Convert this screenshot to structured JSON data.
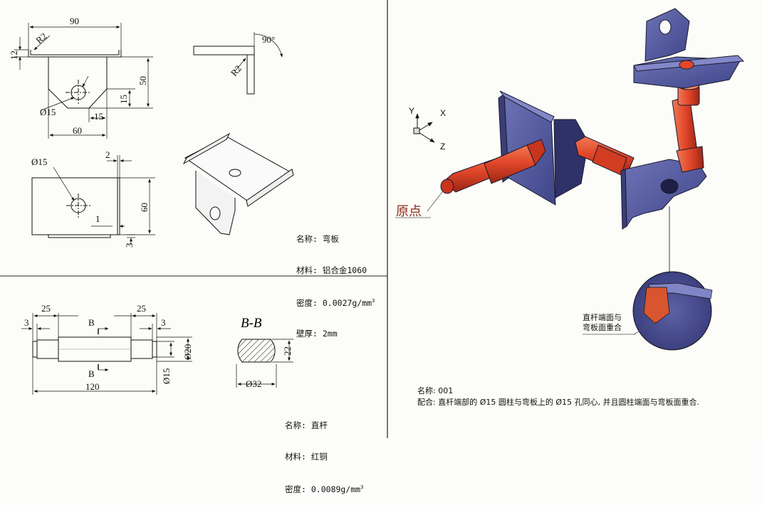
{
  "bent_plate_views": {
    "front": {
      "width": "90",
      "height_top": "12",
      "radius": "R2",
      "hole": "Ø15",
      "height": "50",
      "chamfer_v": "15",
      "chamfer_h": "15",
      "base": "60"
    },
    "side": {
      "angle": "90°",
      "radius": "R2"
    },
    "top": {
      "hole": "Ø15",
      "flange": "2",
      "depth": "60",
      "gap": "1",
      "lip": "3"
    }
  },
  "bent_plate_info": {
    "name_label": "名称:",
    "name_value": "弯板",
    "material_label": "材料:",
    "material_value": "铝合金1060",
    "density_label": "密度:",
    "density_value": "0.0027g/mm",
    "density_sup": "3",
    "thickness_label": "壁厚:",
    "thickness_value": "2mm"
  },
  "rod_views": {
    "left_len": "25",
    "right_len": "25",
    "left_step": "3",
    "right_step": "3",
    "section_mark": "B",
    "total": "120",
    "dia_big": "Ø20",
    "dia_small": "Ø15",
    "section_title": "B-B",
    "section_height": "22",
    "section_dia": "Ø32"
  },
  "rod_info": {
    "name_label": "名称:",
    "name_value": "直杆",
    "material_label": "材料:",
    "material_value": "红铜",
    "density_label": "密度:",
    "density_value": "0.0089g/mm",
    "density_sup": "3"
  },
  "assembly": {
    "axis_y": "Y",
    "axis_x": "X",
    "axis_z": "Z",
    "origin_label": "原点",
    "detail_note_line1": "直杆端面与",
    "detail_note_line2": "弯板面重合",
    "footer_name": "名称: 001",
    "footer_fit": "配合: 直杆端部的 Ø15 圆柱与弯板上的 Ø15 孔同心, 并且圆柱端面与弯板面重合."
  },
  "colors": {
    "plate": "#545a9c",
    "plate_dark": "#3a3f78",
    "rod": "#e2472a",
    "rod_dark": "#b8301a",
    "line": "#111111"
  }
}
